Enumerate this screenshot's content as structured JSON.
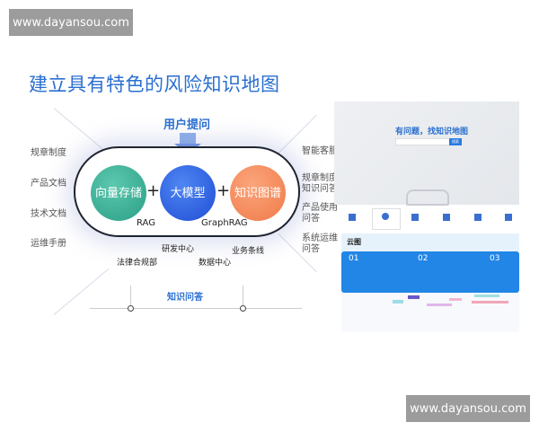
{
  "watermark": "www.dayansou.com",
  "title": "建立具有特色的风险知识地图",
  "diagram": {
    "top_label": "用户提问",
    "bottom_label": "知识问答",
    "circles": [
      {
        "label": "向量存储",
        "color": "#3bb39a"
      },
      {
        "label": "大模型",
        "color": "#2a5fe0"
      },
      {
        "label": "知识图谱",
        "color": "#f58a5a"
      }
    ],
    "plus": "+",
    "rag": "RAG",
    "graphrag": "GraphRAG",
    "left_sources": [
      "规章制度",
      "产品文档",
      "技术文档",
      "运维手册"
    ],
    "right_apps": [
      "智能客服",
      "规章制度知识问答",
      "产品使用问答",
      "系统运维问答"
    ],
    "departments": [
      "研发中心",
      "业务条线",
      "法律合规部",
      "数据中心"
    ]
  },
  "screenshot": {
    "hero_title": "有问题，找知识地图",
    "search_button": "搜索",
    "section_title": "云图",
    "cards": [
      "01",
      "02",
      "03"
    ]
  }
}
